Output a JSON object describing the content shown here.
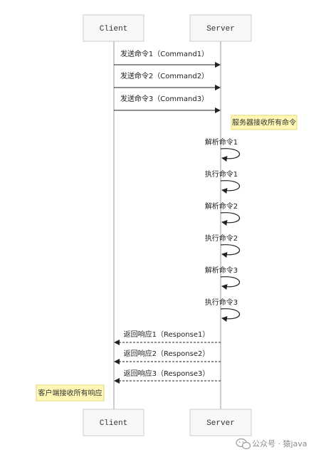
{
  "participants": {
    "client": "Client",
    "server": "Server"
  },
  "messages": {
    "send1": "发送命令1（Command1）",
    "send2": "发送命令2（Command2）",
    "send3": "发送命令3（Command3）",
    "resp1": "返回响应1（Response1）",
    "resp2": "返回响应2（Response2）",
    "resp3": "返回响应3（Response3）"
  },
  "self_messages": {
    "parse1": "解析命令1",
    "exec1": "执行命令1",
    "parse2": "解析命令2",
    "exec2": "执行命令2",
    "parse3": "解析命令3",
    "exec3": "执行命令3"
  },
  "notes": {
    "server_note": "服务器接收所有命令",
    "client_note": "客户端接收所有响应"
  },
  "watermark": {
    "text": "公众号 · 猿java"
  },
  "colors": {
    "participant_fill": "#f8f8f8",
    "participant_stroke": "#cccccc",
    "lifeline": "#999999",
    "arrow": "#222222",
    "note_fill": "#fff7b3",
    "note_stroke": "#e3d87a",
    "watermark": "#8a8a8a"
  }
}
